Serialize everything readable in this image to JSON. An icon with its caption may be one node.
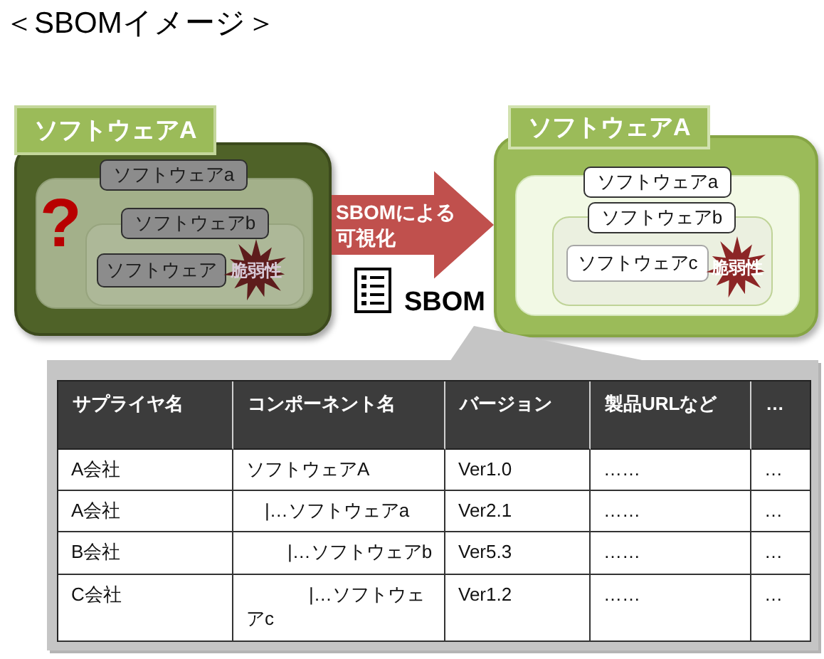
{
  "diagram": {
    "title": "＜SBOMイメージ＞",
    "nodes": [
      {
        "text": [
          "ソフトウェアA"
        ]
      },
      {
        "text": [],
        "shape": "box",
        "in": 0
      },
      {
        "text": [
          "ソフトウェアa"
        ],
        "in": 0
      },
      {
        "text": [],
        "shape": "box",
        "in": 1
      },
      {
        "text": [
          "ソフトウェアb"
        ],
        "in": 1
      },
      {
        "text": [
          "ソフトウェア"
        ],
        "in": 3
      },
      {
        "text": [
          "脆弱性"
        ],
        "in": 3
      },
      {
        "text": [
          "ソフトウェアA"
        ]
      },
      {
        "text": [],
        "shape": "box",
        "in": 7
      },
      {
        "text": [
          "ソフトウェアa"
        ],
        "in": 7
      },
      {
        "text": [],
        "shape": "box",
        "in": 8
      },
      {
        "text": [
          "ソフトウェアb"
        ],
        "in": 8
      },
      {
        "text": [
          "ソフトウェアc"
        ],
        "in": 10
      },
      {
        "text": [
          "脆弱性"
        ],
        "in": 10
      }
    ],
    "edges": [
      {
        "from": 0,
        "to": 7,
        "arrow": "to",
        "label": "SBOMによる可視化",
        "style": "thick",
        "color": "#c0504d"
      }
    ],
    "labels": [
      "?",
      "SBOM",
      "サプライヤ名",
      "コンポーネント名",
      "バージョン",
      "製品URLなど",
      "…",
      "A会社",
      "ソフトウェアA",
      "Ver1.0",
      "……",
      "…",
      "A会社",
      "|…ソフトウェアa",
      "Ver2.1",
      "……",
      "…",
      "B会社",
      "|…ソフトウェアb",
      "Ver5.3",
      "……",
      "…",
      "C会社",
      "|…ソフトウェアc",
      "Ver1.2",
      "……",
      "…"
    ]
  }
}
